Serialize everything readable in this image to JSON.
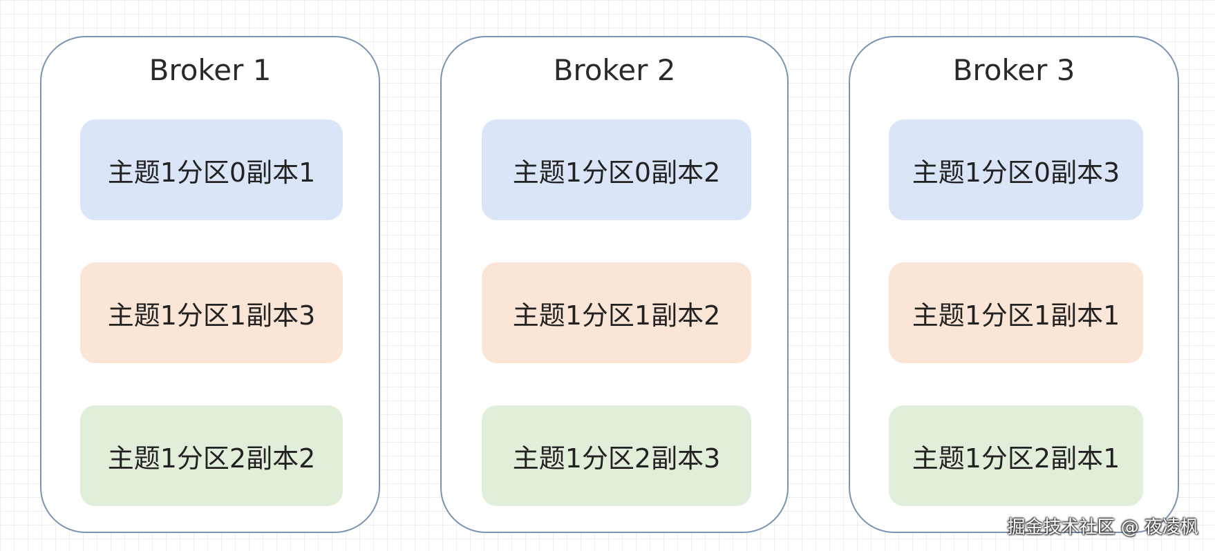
{
  "brokers": [
    {
      "title": "Broker 1",
      "replicas": [
        {
          "label": "主题1分区0副本1",
          "color": "#dae6f8"
        },
        {
          "label": "主题1分区1副本3",
          "color": "#fbe5d6"
        },
        {
          "label": "主题1分区2副本2",
          "color": "#e1efda"
        }
      ]
    },
    {
      "title": "Broker 2",
      "replicas": [
        {
          "label": "主题1分区0副本2",
          "color": "#dae6f8"
        },
        {
          "label": "主题1分区1副本2",
          "color": "#fbe5d6"
        },
        {
          "label": "主题1分区2副本3",
          "color": "#e1efda"
        }
      ]
    },
    {
      "title": "Broker 3",
      "replicas": [
        {
          "label": "主题1分区0副本3",
          "color": "#dae6f8"
        },
        {
          "label": "主题1分区1副本1",
          "color": "#fbe5d6"
        },
        {
          "label": "主题1分区2副本1",
          "color": "#e1efda"
        }
      ]
    }
  ],
  "colors": {
    "broker_border": "#7a93b5",
    "partition_0": "#dae6f8",
    "partition_1": "#fbe5d6",
    "partition_2": "#e1efda"
  },
  "watermark": "掘金技术社区 @ 夜凌枫"
}
